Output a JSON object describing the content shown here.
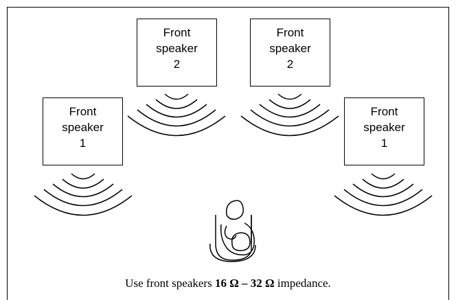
{
  "speakers": {
    "front_left": {
      "label": "Front speaker",
      "number": "1"
    },
    "front_right": {
      "label": "Front speaker",
      "number": "1"
    },
    "rear_left": {
      "label": "Front speaker",
      "number": "2"
    },
    "rear_right": {
      "label": "Front speaker",
      "number": "2"
    }
  },
  "caption": {
    "prefix": "Use front speakers ",
    "impedance": "16 Ω – 32 Ω",
    "suffix": " impedance."
  },
  "icons": {
    "sound_waves": "sound-waves-icon",
    "listener": "listener-icon"
  }
}
